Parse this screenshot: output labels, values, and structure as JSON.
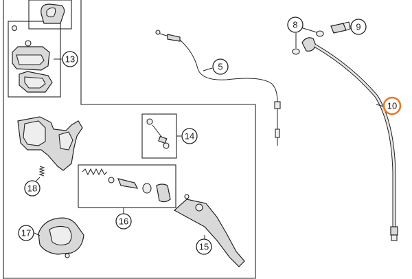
{
  "callouts": {
    "c5": "5",
    "c8": "8",
    "c9": "9",
    "c10": "10",
    "c13": "13",
    "c14": "14",
    "c15": "15",
    "c16": "16",
    "c17": "17",
    "c18": "18"
  },
  "colors": {
    "highlight": "#e87722",
    "line": "#222222",
    "part_fill": "#d9d9d9"
  }
}
